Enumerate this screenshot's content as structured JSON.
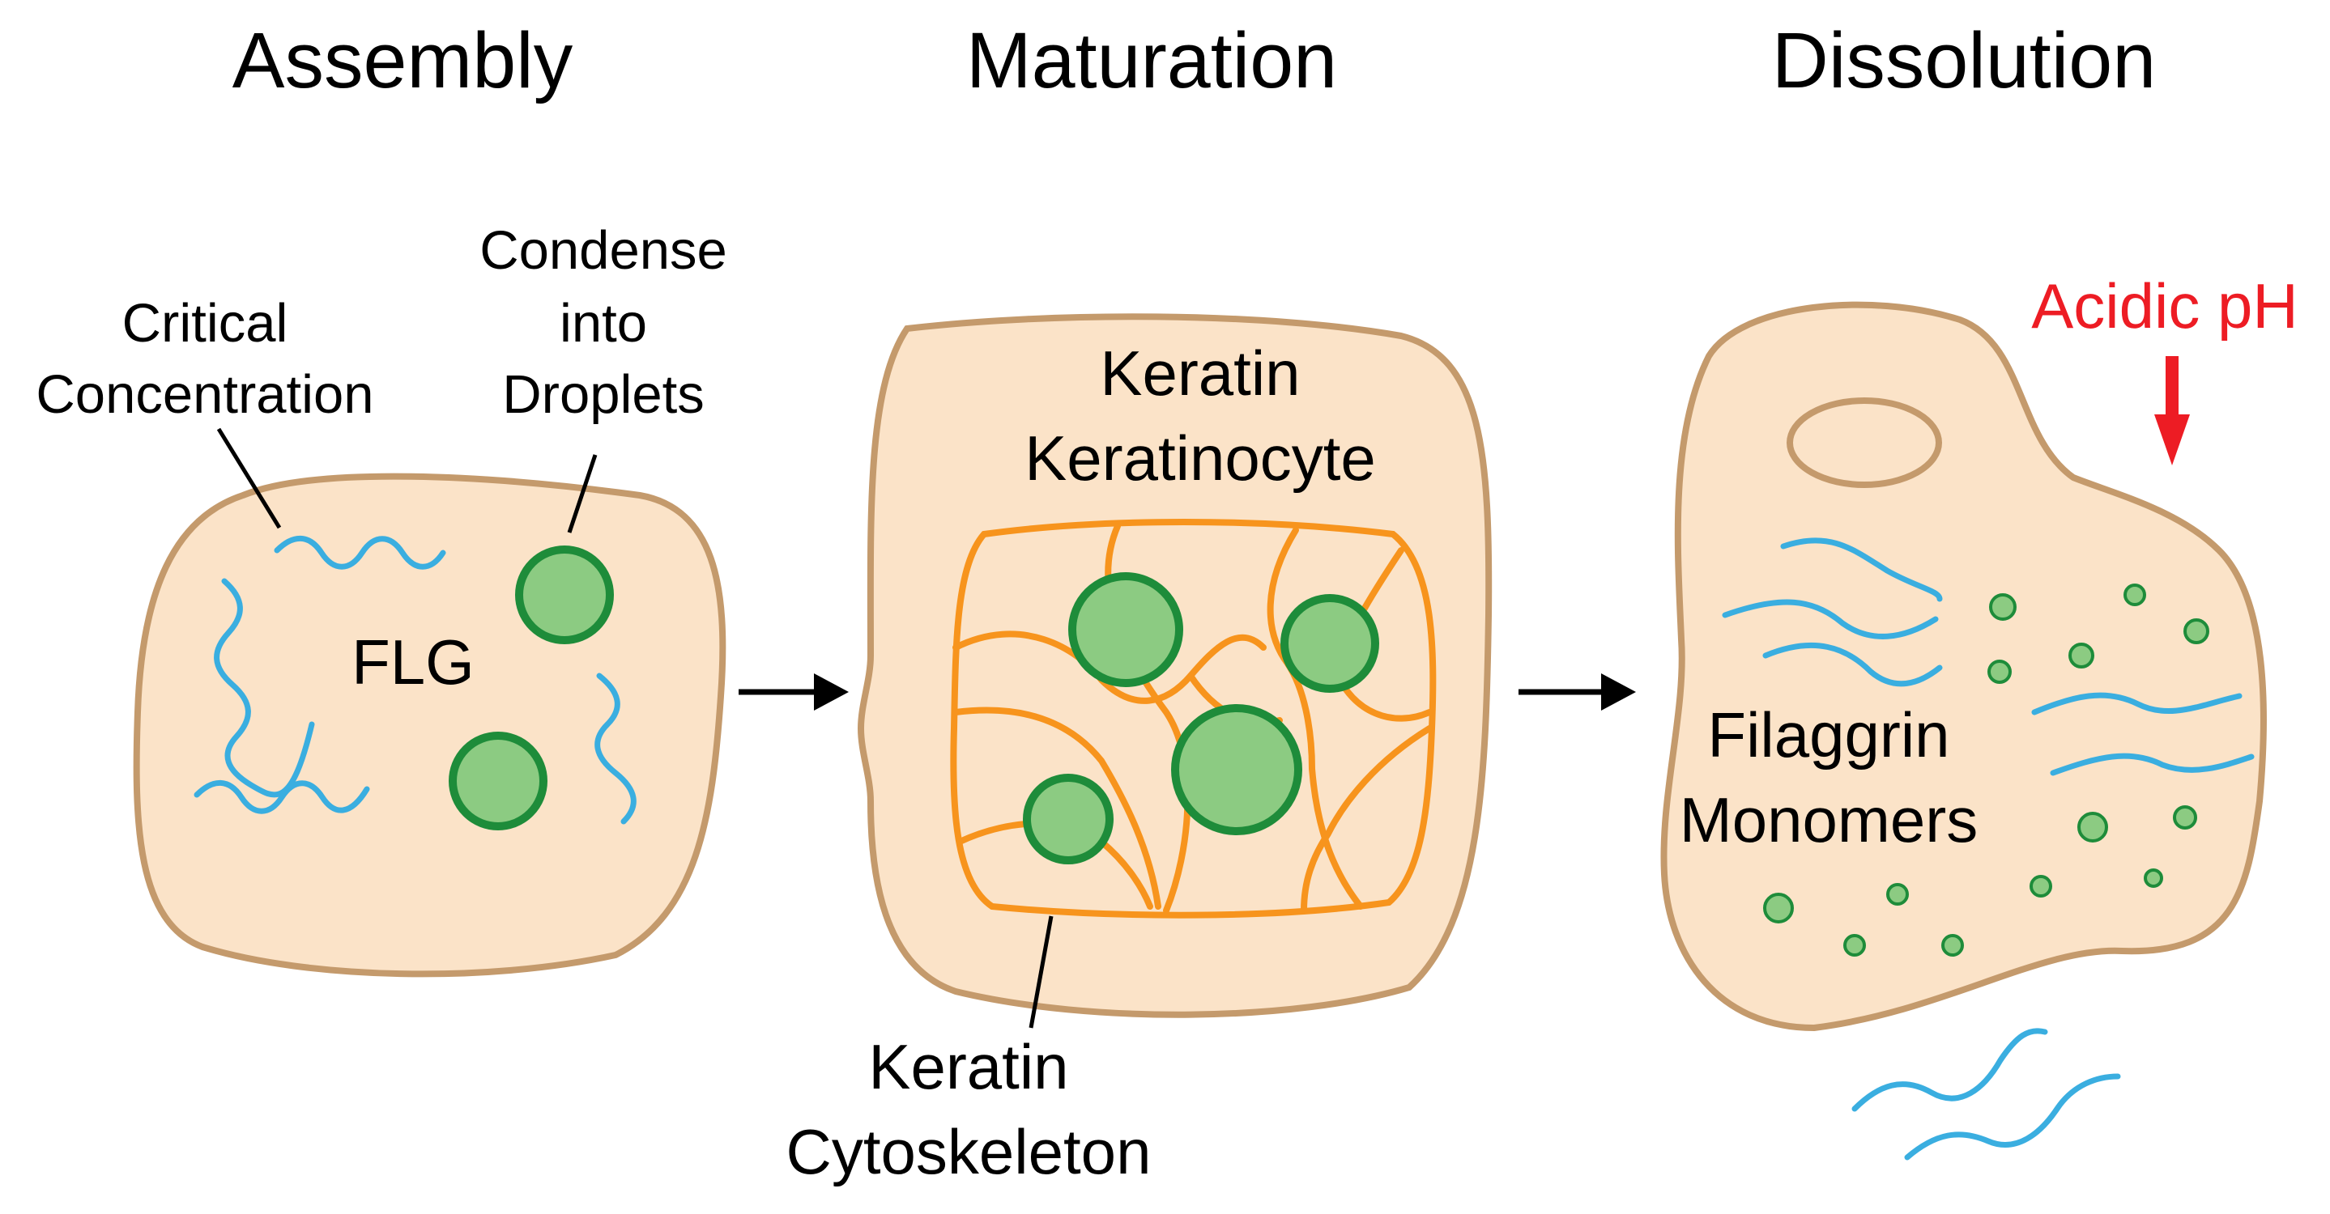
{
  "stages": [
    {
      "title": "Assembly"
    },
    {
      "title": "Maturation"
    },
    {
      "title": "Dissolution"
    }
  ],
  "labels": {
    "critical_concentration": [
      "Critical",
      "Concentration"
    ],
    "condense_into_droplets": [
      "Condense",
      "into",
      "Droplets"
    ],
    "flg": "FLG",
    "keratin_keratinocyte": [
      "Keratin",
      "Keratinocyte"
    ],
    "keratin_cytoskeleton": [
      "Keratin",
      "Cytoskeleton"
    ],
    "acidic_ph": "Acidic pH",
    "filaggrin_monomers": [
      "Filaggrin",
      "Monomers"
    ]
  },
  "colors": {
    "cell_fill": "#FBE3C8",
    "cell_stroke": "#C49A6C",
    "strand": "#3AAEE0",
    "droplet_fill": "#8CCB82",
    "droplet_stroke": "#1E8C3A",
    "keratin": "#F7941D",
    "acid": "#ED1C24",
    "text": "#000000"
  }
}
